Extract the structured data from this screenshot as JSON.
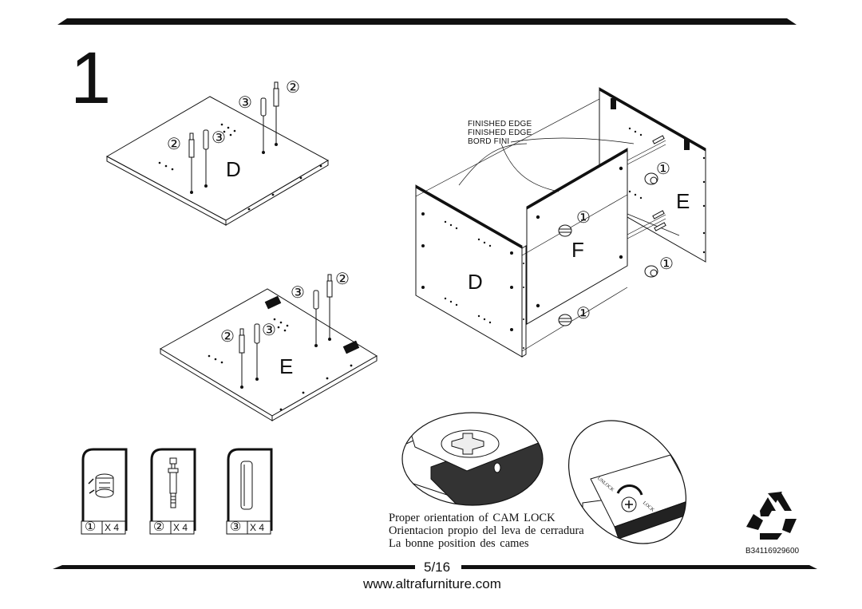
{
  "step": {
    "number": "1"
  },
  "callouts": {
    "cam_lock": "①",
    "cam_bolt": "②",
    "wood_dowel": "③"
  },
  "panels": {
    "D": "D",
    "E": "E",
    "F": "F"
  },
  "edge_note": [
    "FINISHED  EDGE",
    "FINISHED  EDGE",
    "BORD  FINI"
  ],
  "hardware": [
    {
      "id": "1",
      "symbol": "①",
      "qty": "X 4",
      "icon": "cam-lock-icon"
    },
    {
      "id": "2",
      "symbol": "②",
      "qty": "X 4",
      "icon": "cam-bolt-icon"
    },
    {
      "id": "3",
      "symbol": "③",
      "qty": "X 4",
      "icon": "wood-dowel-icon"
    }
  ],
  "cam_orientation": {
    "lines": [
      "Proper  orientation  of  CAM  LOCK",
      "Orientacion  propio  del  leva  de  cerradura",
      "La  bonne  position  des  cames"
    ],
    "dial": {
      "unlock": "UNLOCK",
      "lock": "LOCK"
    }
  },
  "recycle_icon": "recycle-icon",
  "footer": {
    "doc_code": "B34116929600",
    "page": "5/16",
    "url": "www.altrafurniture.com"
  }
}
